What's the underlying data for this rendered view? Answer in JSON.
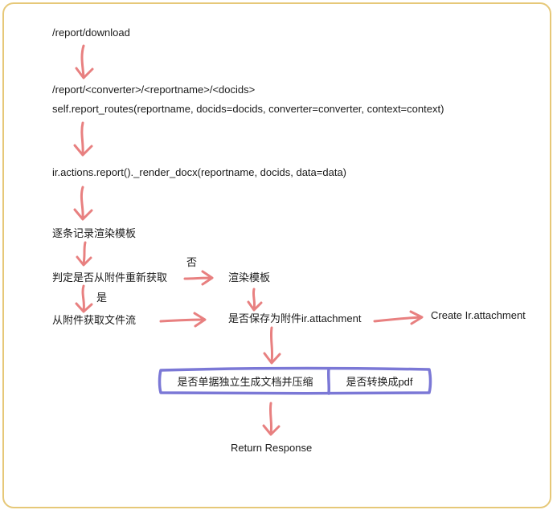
{
  "diagram": {
    "nodes": {
      "download_route": "/report/download",
      "converter_route": "/report/<converter>/<reportname>/<docids>",
      "report_routes_call": "self.report_routes(reportname, docids=docids, converter=converter, context=context)",
      "render_docx_call": "ir.actions.report()._render_docx(reportname, docids, data=data)",
      "render_each_record": "逐条记录渲染模板",
      "check_from_attachment": "判定是否从附件重新获取",
      "render_template": "渲染模板",
      "get_stream_from_attachment": "从附件获取文件流",
      "save_as_attachment": "是否保存为附件ir.attachment",
      "create_attachment": "Create Ir.attachment",
      "compress_separate": "是否单据独立生成文档并压缩",
      "convert_pdf": "是否转换成pdf",
      "return_response": "Return Response"
    },
    "edge_labels": {
      "no": "否",
      "yes": "是"
    },
    "colors": {
      "arrow": "#e88080",
      "box_border": "#7b78d6",
      "frame_border": "#e6c878"
    }
  }
}
